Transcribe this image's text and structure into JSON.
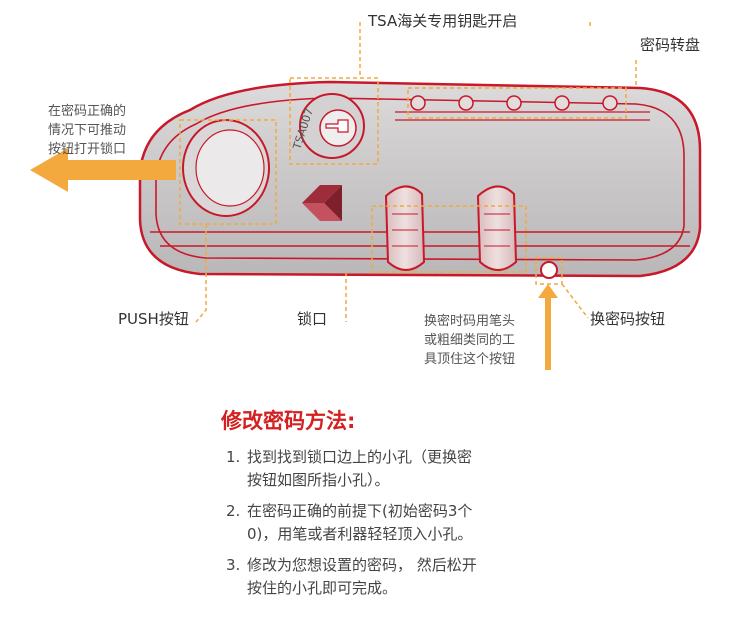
{
  "callouts": {
    "tsa_key": "TSA海关专用钥匙开启",
    "dial": "密码转盘",
    "push_hint": [
      "在密码正确的",
      "情况下可推动",
      "按钮打开锁口"
    ],
    "push_button": "PUSH按钮",
    "lock_port": "锁口",
    "reset_button": "换密码按钮",
    "reset_hint": [
      "换密时码用笔头",
      "或粗细类同的工",
      "具顶住这个按钮"
    ]
  },
  "lock_body": {
    "tsa_engraving": "TSA007"
  },
  "method": {
    "title": "修改密码方法:",
    "steps": [
      {
        "num": "1.",
        "lines": [
          "找到找到锁口边上的小孔（更换密",
          "按钮如图所指小孔）。"
        ]
      },
      {
        "num": "2.",
        "lines": [
          "在密码正确的前提下(初始密码3个",
          "0)，用笔或者利器轻轻顶入小孔。"
        ]
      },
      {
        "num": "3.",
        "lines": [
          "修改为您想设置的密码， 然后松开",
          "按住的小孔即可完成。"
        ]
      }
    ]
  },
  "colors": {
    "accent_red": "#d42020",
    "outline_red": "#c8182a",
    "callout_orange": "#f2a93b",
    "lock_gray": "#c6c4c4"
  }
}
